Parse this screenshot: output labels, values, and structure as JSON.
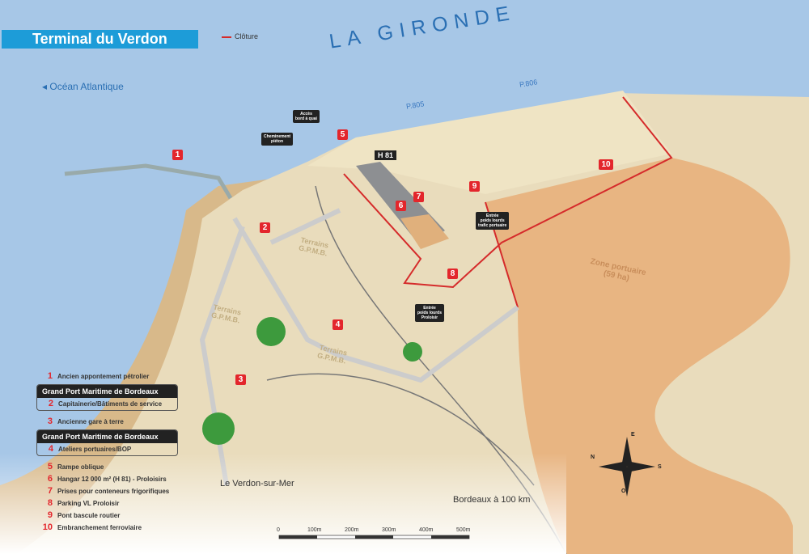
{
  "title": "Terminal du Verdon",
  "legend_fence": "Clôture",
  "river_label": "LA GIRONDE",
  "ocean_label": "Océan Atlantique",
  "berths": [
    "P.805",
    "P.806"
  ],
  "hangar_tag": "H 81",
  "callouts": {
    "quay_access": [
      "Accès",
      "bord à quai"
    ],
    "pedestrian_path": [
      "Cheminement",
      "piéton"
    ],
    "truck_entry_port": [
      "Entrée",
      "poids lourds",
      "trafic portuaire"
    ],
    "truck_entry_proloisir": [
      "Entrée",
      "poids lourds",
      "Proloisir"
    ]
  },
  "terrains": [
    [
      "Terrains",
      "G.P.M.B."
    ],
    [
      "Terrains",
      "G.P.M.B."
    ],
    [
      "Terrains",
      "G.P.M.B."
    ]
  ],
  "port_zone": [
    "Zone portuaire",
    "(59 ha)"
  ],
  "places": {
    "verdon": "Le Verdon-sur-Mer",
    "bordeaux": "Bordeaux à 100 km"
  },
  "badges": [
    "1",
    "2",
    "3",
    "4",
    "5",
    "6",
    "7",
    "8",
    "9",
    "10"
  ],
  "legend": {
    "items": [
      {
        "num": "1",
        "label": "Ancien appontement pétrolier"
      },
      {
        "group": "Grand Port Maritime de Bordeaux",
        "num": "2",
        "label": "Capitainerie/Bâtiments de service"
      },
      {
        "num": "3",
        "label": "Ancienne gare à terre"
      },
      {
        "group": "Grand Port Maritime de Bordeaux",
        "num": "4",
        "label": "Ateliers portuaires/BOP"
      },
      {
        "num": "5",
        "label": "Rampe oblique"
      },
      {
        "num": "6",
        "label": "Hangar 12 000 m² (H 81) - Proloisirs"
      },
      {
        "num": "7",
        "label": "Prises pour conteneurs frigorifiques"
      },
      {
        "num": "8",
        "label": "Parking VL Proloisir"
      },
      {
        "num": "9",
        "label": "Pont bascule routier"
      },
      {
        "num": "10",
        "label": "Embranchement ferroviaire"
      }
    ]
  },
  "scale": [
    "0",
    "100m",
    "200m",
    "300m",
    "400m",
    "500m"
  ],
  "compass": {
    "n": "N",
    "e": "E",
    "s": "S",
    "o": "O"
  },
  "colors": {
    "sea": "#a7c7e7",
    "land": "#e9dcbc",
    "port_zone": "#e8b582",
    "fence": "#d52b2b",
    "accent": "#1d9cd8",
    "badge": "#e3262c"
  }
}
